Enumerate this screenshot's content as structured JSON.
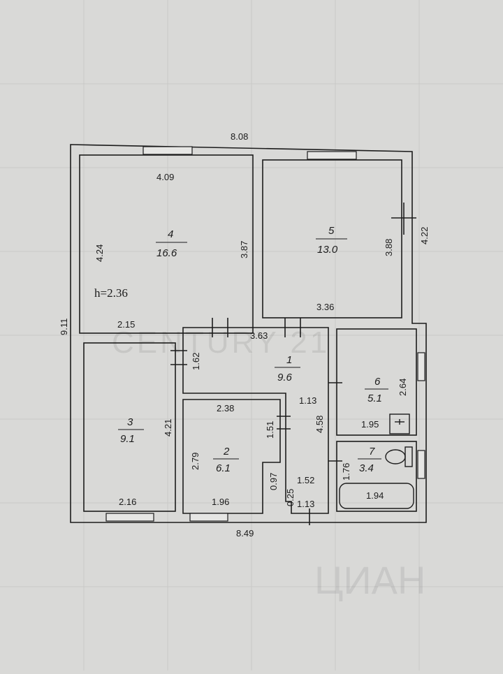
{
  "plan": {
    "overall": {
      "top": "8.08",
      "bottom": "8.49",
      "left": "9.11"
    },
    "ceiling_height": "h=2.36",
    "rooms": [
      {
        "number": "1",
        "area": "9.6"
      },
      {
        "number": "2",
        "area": "6.1"
      },
      {
        "number": "3",
        "area": "9.1"
      },
      {
        "number": "4",
        "area": "16.6"
      },
      {
        "number": "5",
        "area": "13.0"
      },
      {
        "number": "6",
        "area": "5.1"
      },
      {
        "number": "7",
        "area": "3.4"
      }
    ],
    "dimensions": [
      "4.09",
      "4.24",
      "3.87",
      "2.15",
      "3.88",
      "4.22",
      "3.36",
      "3.63",
      "1.62",
      "1.13",
      "4.58",
      "2.38",
      "1.51",
      "2.79",
      "1.96",
      "0.97",
      "0.25",
      "1.52",
      "1.13",
      "4.21",
      "2.16",
      "2.64",
      "1.95",
      "1.76",
      "1.94"
    ]
  },
  "watermarks": {
    "main": "CENTURY 21",
    "corner": "ЦИАН"
  }
}
